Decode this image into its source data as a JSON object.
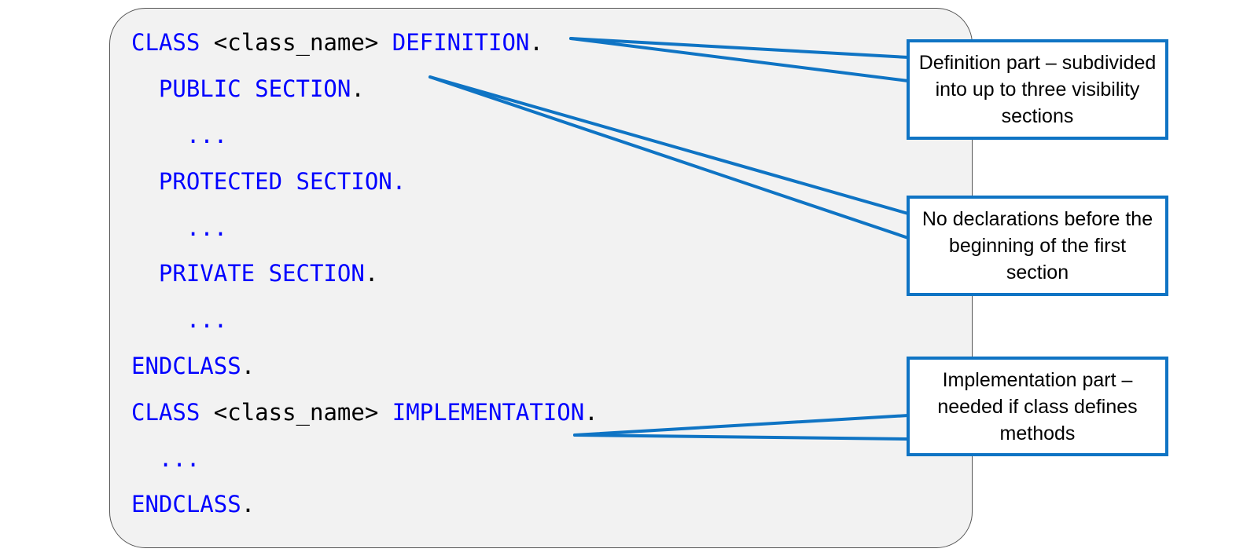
{
  "code": {
    "lines": [
      {
        "indent": 0,
        "keyword": "CLASS",
        "name": "<class_name>",
        "keyword2": "DEFINITION",
        "end": "."
      },
      {
        "indent": 1,
        "keyword": "PUBLIC SECTION",
        "end": "."
      },
      {
        "indent": 2,
        "keyword": "...",
        "end": ""
      },
      {
        "indent": 1,
        "keyword": "PROTECTED SECTION.",
        "end": ""
      },
      {
        "indent": 2,
        "keyword": "...",
        "end": ""
      },
      {
        "indent": 1,
        "keyword": "PRIVATE SECTION",
        "end": "."
      },
      {
        "indent": 2,
        "keyword": "...",
        "end": ""
      },
      {
        "indent": 0,
        "keyword": "ENDCLASS",
        "end": "."
      },
      {
        "indent": 0,
        "keyword": "CLASS",
        "name": "<class_name>",
        "keyword2": "IMPLEMENTATION",
        "end": "."
      },
      {
        "indent": 1,
        "keyword": "...",
        "end": ""
      },
      {
        "indent": 0,
        "keyword": "ENDCLASS",
        "end": "."
      }
    ]
  },
  "callouts": {
    "definition": "Definition part – subdivided into up to three visibility sections",
    "no_declarations": "No declarations before the beginning of the first section",
    "implementation": "Implementation part – needed if class defines methods"
  },
  "colors": {
    "keyword": "#0000ff",
    "plain": "#000000",
    "callout_border": "#0f74c4",
    "panel_bg": "#f2f2f2"
  }
}
